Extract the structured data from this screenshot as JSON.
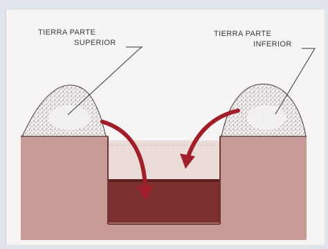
{
  "labels": {
    "upper_soil_line1": "TIERRA PARTE",
    "upper_soil_line2": "SUPERIOR",
    "lower_soil_line1": "TIERRA PARTE",
    "lower_soil_line2": "INFERIOR"
  },
  "colors": {
    "ground": "#c79a95",
    "ground_dark": "#a46e69",
    "pit_top": "#e8d6d2",
    "pit_fill": "#7a2f2c",
    "arrow": "#a01f2a",
    "mound_dots": "#3a2a2a"
  }
}
